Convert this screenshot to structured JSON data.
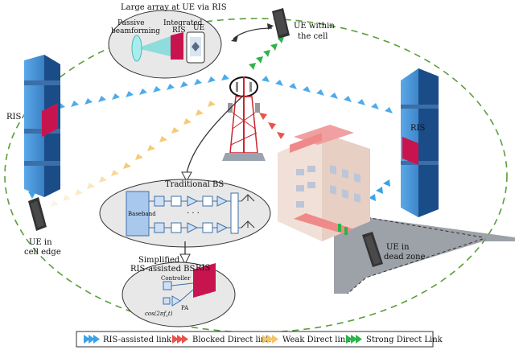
{
  "top_bubble": {
    "title": "Large array at UE via RIS",
    "passive_beamforming": [
      "Passive",
      "beamforming"
    ],
    "integrated_ris": [
      "Integrated",
      "RIS"
    ],
    "ue": "UE"
  },
  "ue_labels": {
    "within_cell": [
      "UE within",
      "the cell"
    ],
    "cell_edge": [
      "UE in",
      "cell edge"
    ],
    "dead_zone": [
      "UE in",
      "dead zone"
    ]
  },
  "ris_labels": {
    "left": "RIS",
    "right": "RIS"
  },
  "traditional_bs": {
    "title": "Traditional BS",
    "baseband": "Baseband",
    "dots": "· · ·"
  },
  "ris_assisted_bs": {
    "title": [
      "Simplified",
      "RIS-assisted BS"
    ],
    "ris": "RIS",
    "controller": "Controller",
    "formula": "cos(2πf",
    "formula_sub": "c",
    "formula_end": "t)",
    "pa": "PA"
  },
  "legend": [
    {
      "label": "RIS-assisted link",
      "color": "#3aa3e8"
    },
    {
      "label": "Blocked Direct link",
      "color": "#e8534a"
    },
    {
      "label": "Weak Direct link",
      "color": "#f5c56a"
    },
    {
      "label": "Strong Direct Link",
      "color": "#2db34a"
    }
  ],
  "colors": {
    "ris_link": "#3aa3e8",
    "blocked": "#e8534a",
    "weak": "#f5c56a",
    "strong": "#2db34a",
    "ris_panel": "#c8144e",
    "cell_boundary": "#5a9e3a"
  }
}
